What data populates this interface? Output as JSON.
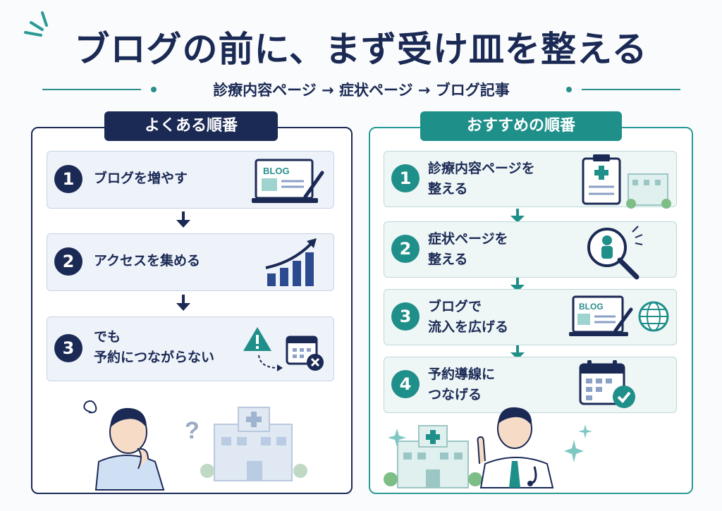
{
  "title": "ブログの前に、まず受け皿を整える",
  "subtitle": "診療内容ページ → 症状ページ → ブログ記事",
  "left": {
    "header": "よくある順番",
    "steps": [
      {
        "num": "1",
        "line1": "ブログを増やす",
        "line2": ""
      },
      {
        "num": "2",
        "line1": "アクセスを集める",
        "line2": ""
      },
      {
        "num": "3",
        "line1": "でも",
        "line2": "予約につながらない"
      }
    ],
    "blog_badge": "BLOG"
  },
  "right": {
    "header": "おすすめの順番",
    "steps": [
      {
        "num": "1",
        "line1": "診療内容ページを",
        "line2": "整える"
      },
      {
        "num": "2",
        "line1": "症状ページを",
        "line2": "整える"
      },
      {
        "num": "3",
        "line1": "ブログで",
        "line2": "流入を広げる"
      },
      {
        "num": "4",
        "line1": "予約導線に",
        "line2": "つなげる"
      }
    ],
    "blog_badge": "BLOG"
  },
  "colors": {
    "navy": "#1b2a55",
    "teal": "#1f8f8a",
    "light_navy_bg": "#eef2f9",
    "light_teal_bg": "#eef6f6"
  },
  "icons": [
    "laptop-blog-icon",
    "bar-chart-growth-icon",
    "warning-icon",
    "calendar-cancel-icon",
    "clipboard-medical-icon",
    "hospital-icon",
    "magnifier-person-icon",
    "laptop-blog-icon",
    "globe-icon",
    "calendar-check-icon",
    "confused-person-illustration",
    "doctor-illustration"
  ]
}
